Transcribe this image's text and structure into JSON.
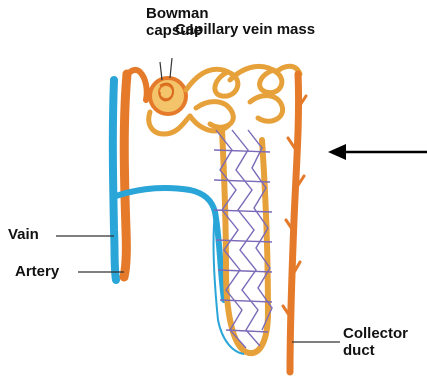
{
  "labels": {
    "bowman_line1": "Bowman",
    "bowman_line2": "capsule",
    "capillary": "Capillary vein mass",
    "vain": "Vain",
    "artery": "Artery",
    "collector_line1": "Collector",
    "collector_line2": "duct"
  },
  "colors": {
    "vein": "#2aa5d8",
    "artery": "#e47a2a",
    "tubule": "#e7a13a",
    "capillary_net": "#7b6ab8",
    "text": "#111111",
    "pointer": "#000000"
  }
}
